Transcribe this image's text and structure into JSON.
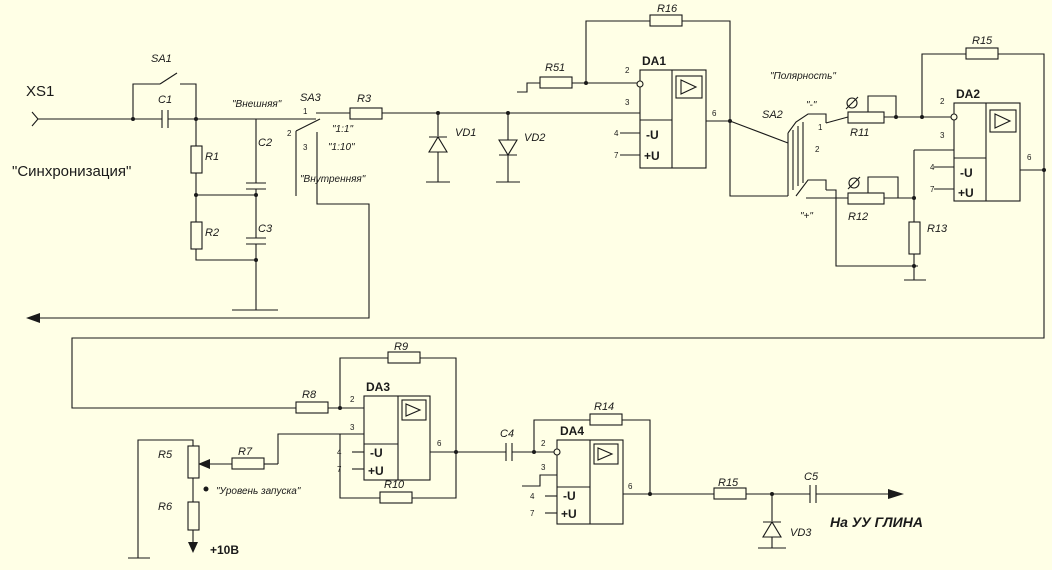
{
  "connector": {
    "name": "XS1",
    "caption": "\"Синхронизация\""
  },
  "switches": {
    "sa1": "SA1",
    "sa3": "SA3",
    "sa3_ext": "\"Внешняя\"",
    "sa3_int": "\"Внутренняя\"",
    "sa3_r11": "\"1:1\"",
    "sa3_r110": "\"1:10\"",
    "sa2": "SA2",
    "sa2_title": "\"Полярность\"",
    "sa2_minus": "\"-\"",
    "sa2_plus": "\"+\""
  },
  "resistors": {
    "r1": "R1",
    "r2": "R2",
    "r3": "R3",
    "r5": "R5",
    "r6": "R6",
    "r7": "R7",
    "r8": "R8",
    "r9": "R9",
    "r10": "R10",
    "r11": "R11",
    "r12": "R12",
    "r13": "R13",
    "r14": "R14",
    "r15_top": "R15",
    "r15_bot": "R15",
    "r16": "R16",
    "r51": "R51"
  },
  "capacitors": {
    "c1": "C1",
    "c2": "C2",
    "c3": "C3",
    "c4": "C4",
    "c5": "C5"
  },
  "diodes": {
    "vd1": "VD1",
    "vd2": "VD2",
    "vd3": "VD3"
  },
  "opamps": {
    "da1": "DA1",
    "da2": "DA2",
    "da3": "DA3",
    "da4": "DA4",
    "neg": "-U",
    "pos": "+U"
  },
  "pins": {
    "p1": "1",
    "p2": "2",
    "p3": "3",
    "p4": "4",
    "p6": "6",
    "p7": "7"
  },
  "misc": {
    "trigger_level": "\"Уровень запуска\"",
    "supply": "+10В",
    "output": "На УУ ГЛИНА"
  }
}
